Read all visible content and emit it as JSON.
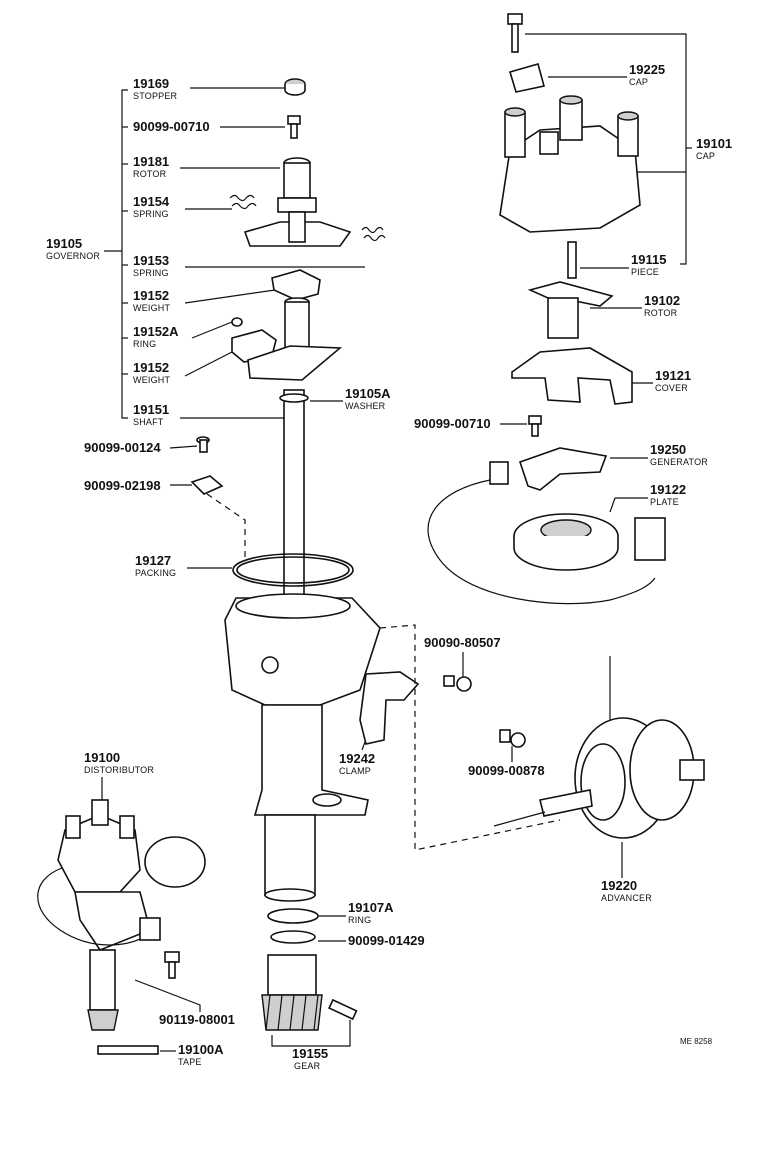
{
  "diagram_code": "ME 8258",
  "parts": [
    {
      "id": "stopper",
      "number": "19169",
      "name": "STOPPER"
    },
    {
      "id": "bolt_top_left",
      "number": "90099-00710",
      "name": ""
    },
    {
      "id": "rotor_governor",
      "number": "19181",
      "name": "ROTOR"
    },
    {
      "id": "spring_a",
      "number": "19154",
      "name": "SPRING"
    },
    {
      "id": "governor",
      "number": "19105",
      "name": "GOVERNOR"
    },
    {
      "id": "spring_b",
      "number": "19153",
      "name": "SPRING"
    },
    {
      "id": "weight_a",
      "number": "19152",
      "name": "WEIGHT"
    },
    {
      "id": "ring_a",
      "number": "19152A",
      "name": "RING"
    },
    {
      "id": "weight_b",
      "number": "19152",
      "name": "WEIGHT"
    },
    {
      "id": "shaft",
      "number": "19151",
      "name": "SHAFT"
    },
    {
      "id": "washer",
      "number": "19105A",
      "name": "WASHER"
    },
    {
      "id": "screw_a",
      "number": "90099-00124",
      "name": ""
    },
    {
      "id": "plate_small",
      "number": "90099-02198",
      "name": ""
    },
    {
      "id": "packing",
      "number": "19127",
      "name": "PACKING"
    },
    {
      "id": "cap_small",
      "number": "19225",
      "name": "CAP"
    },
    {
      "id": "cap",
      "number": "19101",
      "name": "CAP"
    },
    {
      "id": "piece",
      "number": "19115",
      "name": "PIECE"
    },
    {
      "id": "rotor",
      "number": "19102",
      "name": "ROTOR"
    },
    {
      "id": "cover",
      "number": "19121",
      "name": "COVER"
    },
    {
      "id": "bolt_right",
      "number": "90099-00710",
      "name": ""
    },
    {
      "id": "generator",
      "number": "19250",
      "name": "GENERATOR"
    },
    {
      "id": "plate",
      "number": "19122",
      "name": "PLATE"
    },
    {
      "id": "screw_b",
      "number": "90090-80507",
      "name": ""
    },
    {
      "id": "clamp",
      "number": "19242",
      "name": "CLAMP"
    },
    {
      "id": "screw_c",
      "number": "90099-00878",
      "name": ""
    },
    {
      "id": "distributor",
      "number": "19100",
      "name": "DISTORIBUTOR"
    },
    {
      "id": "advancer",
      "number": "19220",
      "name": "ADVANCER"
    },
    {
      "id": "ring_b",
      "number": "19107A",
      "name": "RING"
    },
    {
      "id": "washer_b",
      "number": "90099-01429",
      "name": ""
    },
    {
      "id": "bolt_bottom",
      "number": "90119-08001",
      "name": ""
    },
    {
      "id": "tape",
      "number": "19100A",
      "name": "TAPE"
    },
    {
      "id": "gear",
      "number": "19155",
      "name": "GEAR"
    }
  ]
}
